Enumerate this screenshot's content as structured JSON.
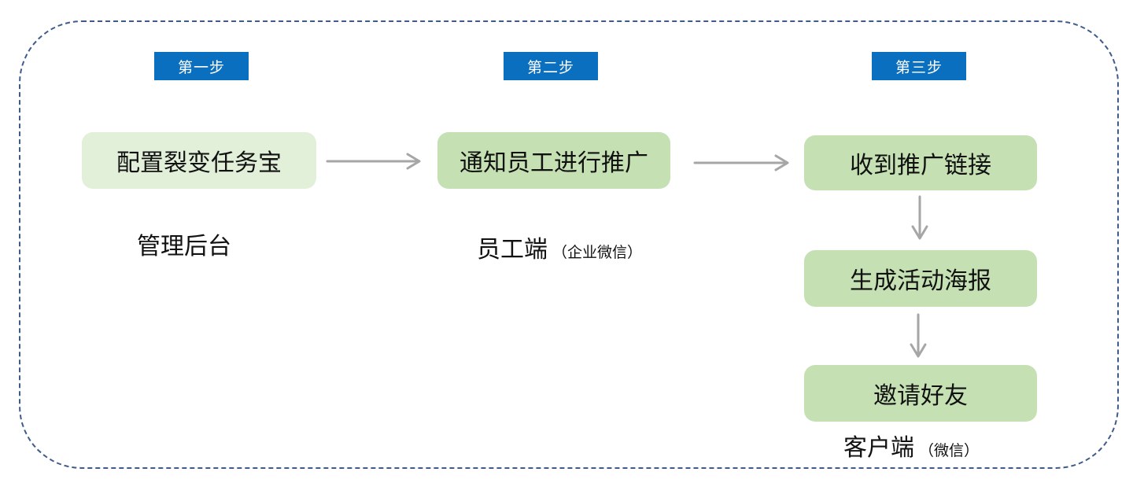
{
  "steps": {
    "step1": "第一步",
    "step2": "第二步",
    "step3": "第三步"
  },
  "nodes": {
    "configure_task": "配置裂变任务宝",
    "notify_staff": "通知员工进行推广",
    "receive_link": "收到推广链接",
    "generate_poster": "生成活动海报",
    "invite_friends": "邀请好友"
  },
  "captions": {
    "admin_backend": "管理后台",
    "staff_side": "员工端",
    "staff_side_sub": "（企业微信）",
    "customer_side": "客户端",
    "customer_side_sub": "（微信）"
  },
  "colors": {
    "border": "#3f5b8a",
    "badge": "#0b6fc0",
    "node_light": "#e2efd9",
    "node": "#c5e0b3",
    "arrow": "#a6a6a6"
  }
}
